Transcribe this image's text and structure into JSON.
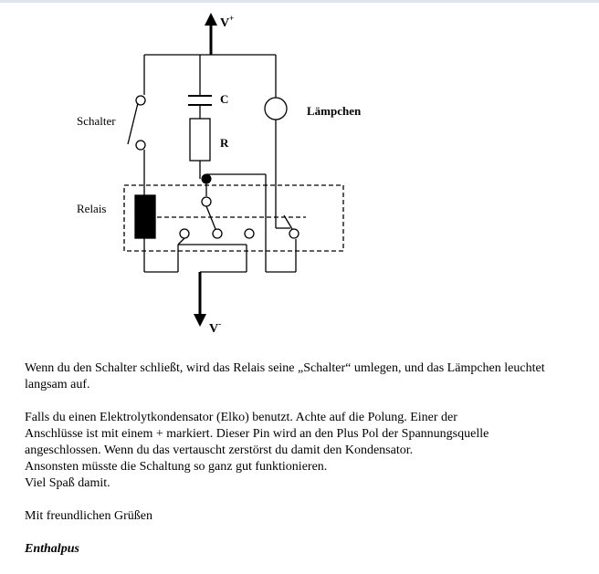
{
  "diagram": {
    "labels": {
      "v_plus": "V",
      "v_plus_sup": "+",
      "v_minus": "V",
      "v_minus_sup": "-",
      "switch": "Schalter",
      "capacitor": "C",
      "resistor": "R",
      "lamp": "Lämpchen",
      "relay": "Relais"
    }
  },
  "text": {
    "para1": "Wenn du den Schalter schließt, wird das Relais seine „Schalter“ umlegen, und das Lämpchen leuchtet langsam auf.",
    "para2_lines": [
      "Falls du einen Elektrolytkondensator (Elko) benutzt. Achte auf die Polung. Einer der",
      "Anschlüsse ist mit einem + markiert. Dieser Pin wird an den Plus Pol der Spannungsquelle",
      "angeschlossen. Wenn du das vertauscht zerstörst du damit den Kondensator.",
      "Ansonsten müsste die Schaltung so ganz gut funktionieren.",
      "Viel Spaß damit."
    ],
    "greeting": "Mit freundlichen Grüßen",
    "signature": "Enthalpus"
  }
}
